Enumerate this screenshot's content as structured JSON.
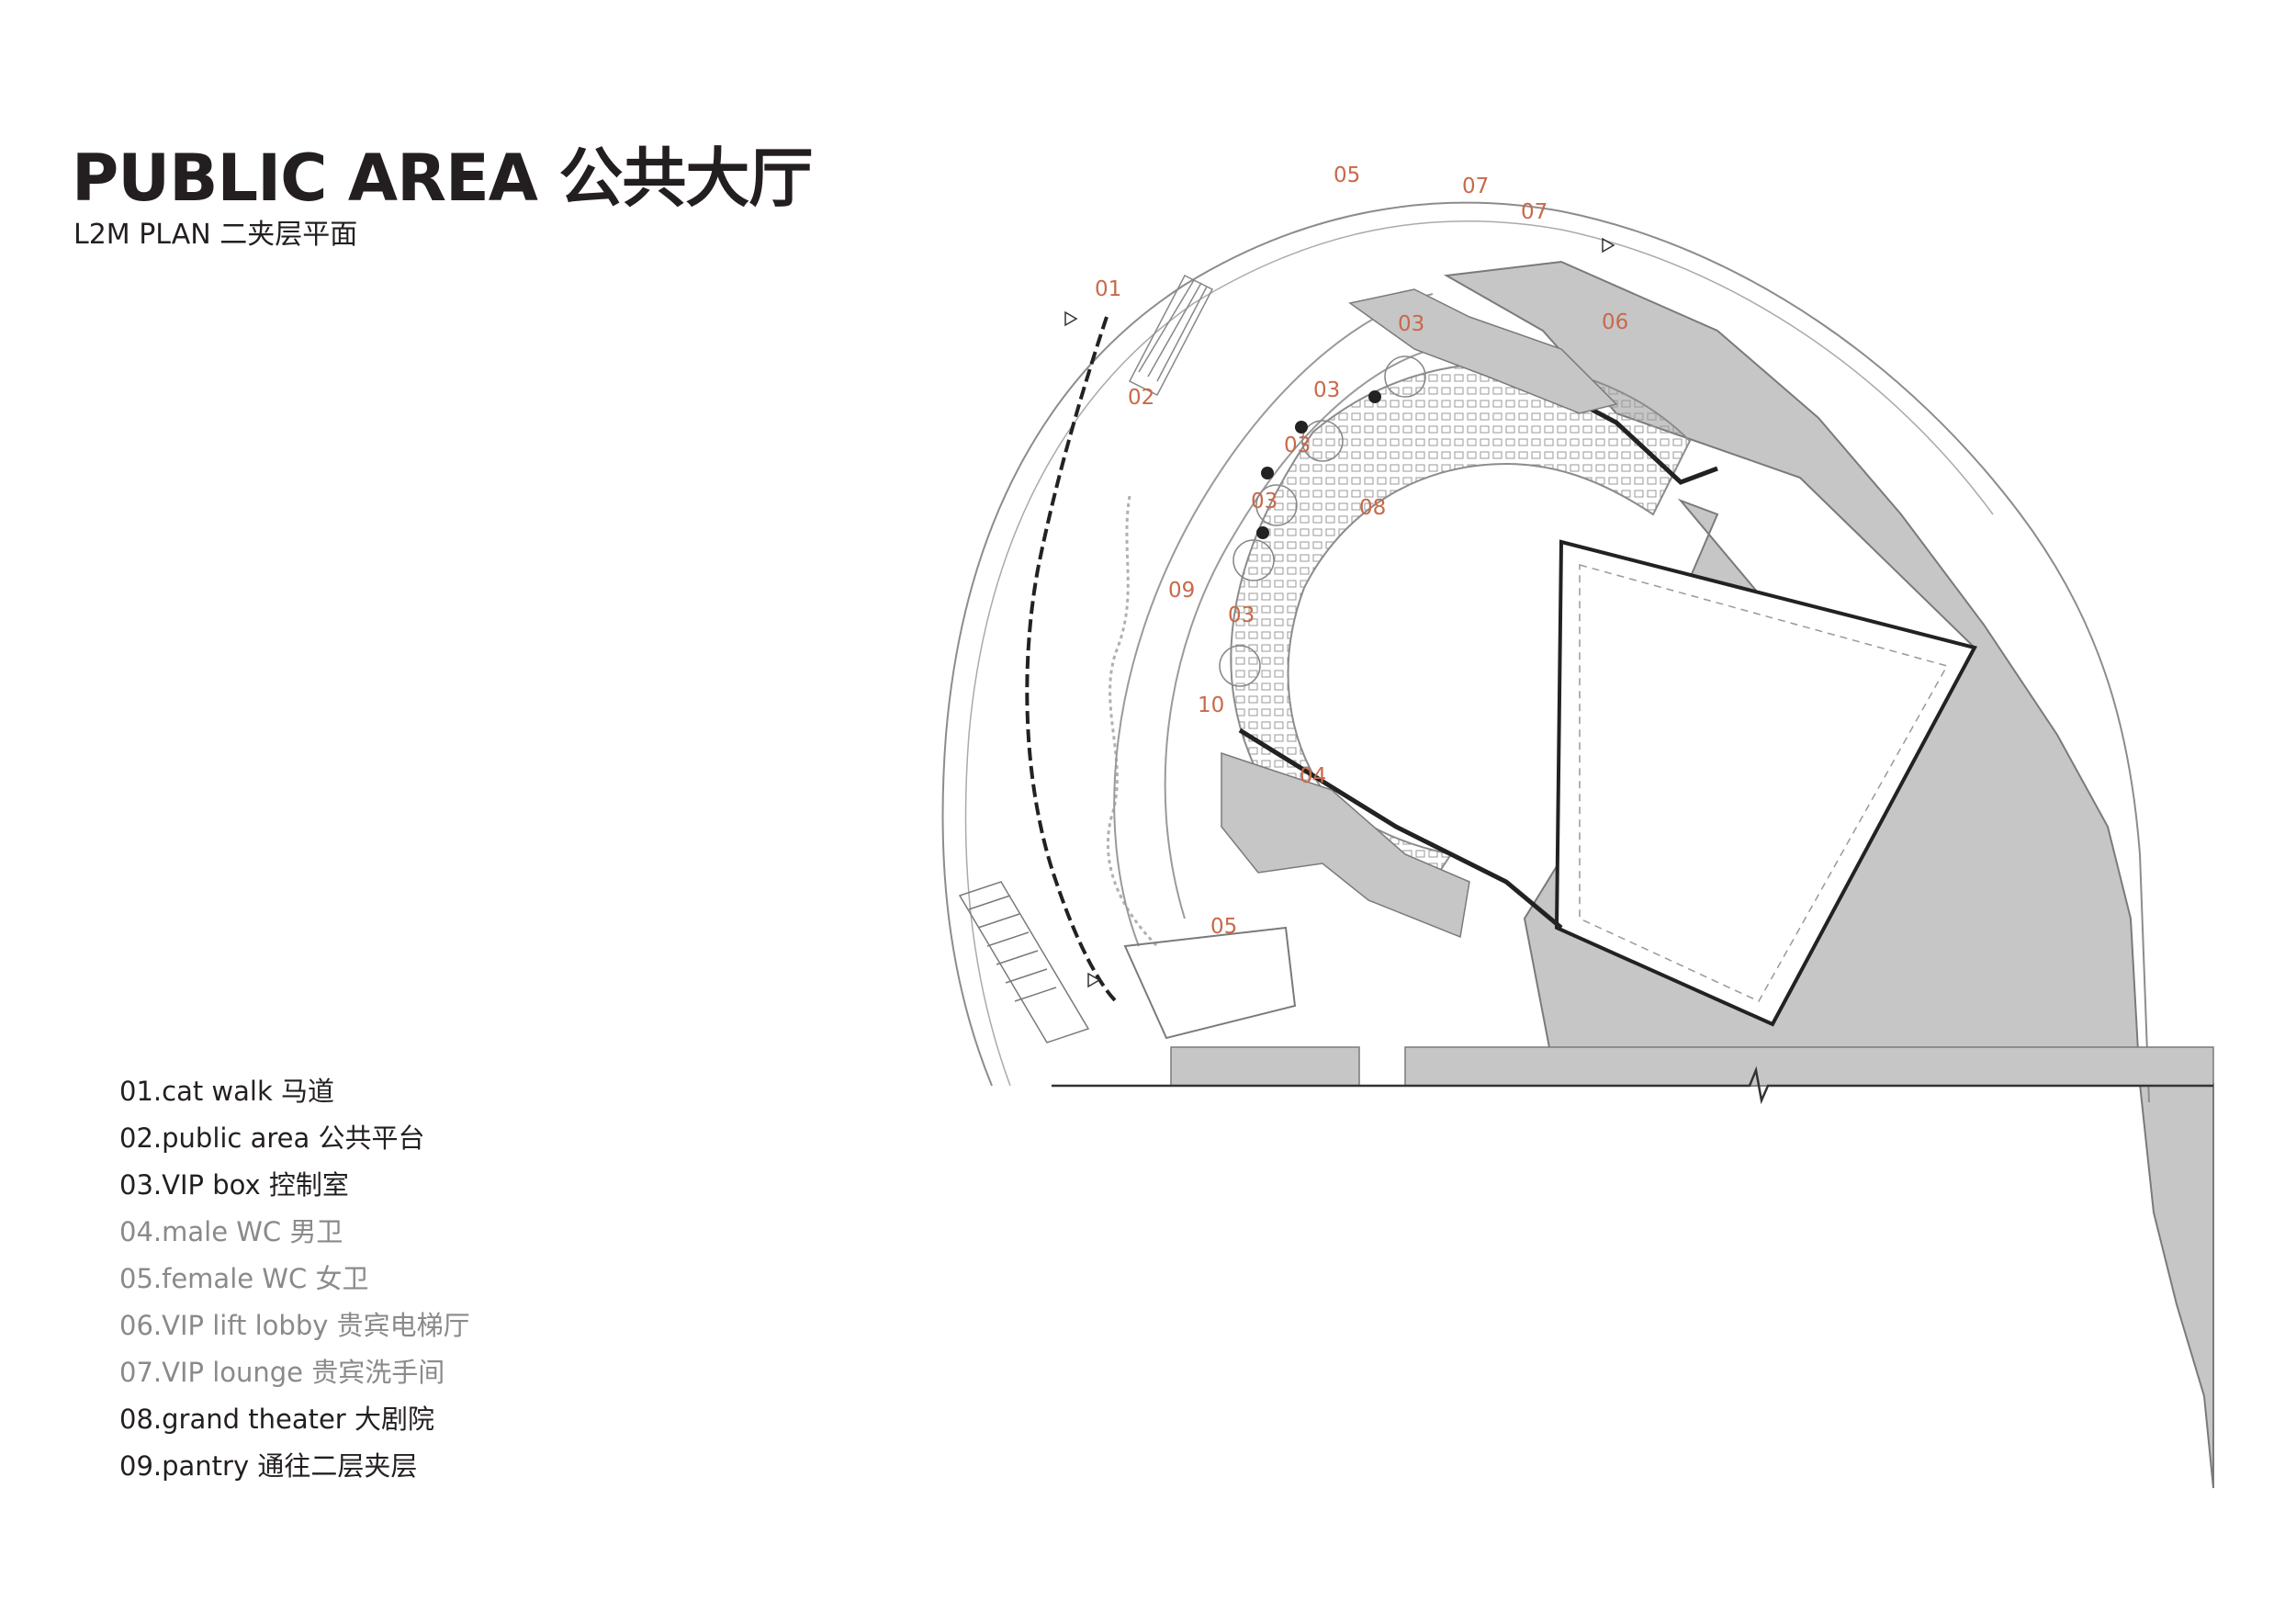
{
  "header": {
    "title": "PUBLIC AREA 公共大厅",
    "subtitle": "L2M PLAN 二夹层平面"
  },
  "legend": [
    {
      "text": "01.cat walk 马道",
      "tone": "dark"
    },
    {
      "text": "02.public area 公共平台",
      "tone": "dark"
    },
    {
      "text": "03.VIP box 控制室",
      "tone": "dark"
    },
    {
      "text": "04.male WC 男卫",
      "tone": "grey"
    },
    {
      "text": "05.female WC 女卫",
      "tone": "grey"
    },
    {
      "text": "06.VIP lift lobby 贵宾电梯厅",
      "tone": "grey"
    },
    {
      "text": "07.VIP lounge 贵宾洗手间",
      "tone": "grey"
    },
    {
      "text": "08.grand theater 大剧院",
      "tone": "dark"
    },
    {
      "text": "09.pantry 通往二层夹层",
      "tone": "dark"
    }
  ],
  "plan_labels": [
    "05",
    "07",
    "07",
    "01",
    "06",
    "03",
    "02",
    "03",
    "03",
    "03",
    "08",
    "09",
    "03",
    "10",
    "04",
    "05"
  ],
  "colors": {
    "label": "#c8694a",
    "text": "#231f20",
    "grey_text": "#8a8a8a",
    "hatch_fill": "#c6c6c6",
    "line": "#8c8c8c",
    "wall": "#222222"
  }
}
